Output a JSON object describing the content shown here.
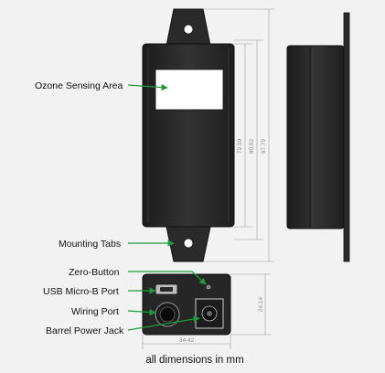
{
  "labels": {
    "ozone_sensing_area": "Ozone Sensing Area",
    "mounting_tabs": "Mounting Tabs",
    "zero_button": "Zero-Button",
    "usb_port": "USB Micro-B Port",
    "wiring_port": "Wiring Port",
    "barrel_jack": "Barrel Power Jack"
  },
  "dimensions": {
    "sensor_window_height": "72.10",
    "body_height": "80.52",
    "overall_height": "97.79",
    "bottom_width": "34.42",
    "bottom_depth": "24.14"
  },
  "footer": "all dimensions in mm",
  "colors": {
    "background": "#f2f2f2",
    "housing": "#2b2b2b",
    "housing_edge": "#0f0f0f",
    "window": "#ffffff",
    "arrow": "#1f9a3e",
    "dim_line": "#9a9a9a"
  }
}
